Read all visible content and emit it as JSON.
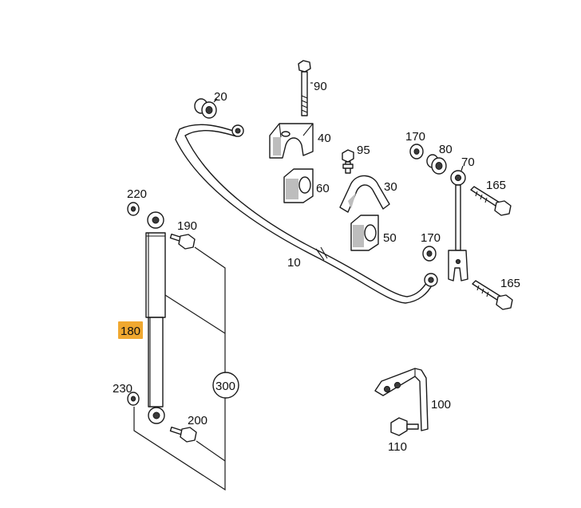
{
  "colors": {
    "highlight": "#f0a830",
    "line": "#1a1a1a",
    "background": "#ffffff"
  },
  "labels": {
    "p10": "10",
    "p20": "20",
    "p30": "30",
    "p40": "40",
    "p50": "50",
    "p60": "60",
    "p70": "70",
    "p80": "80",
    "p90": "90",
    "p95": "95",
    "p100": "100",
    "p110": "110",
    "p165a": "165",
    "p165b": "165",
    "p170a": "170",
    "p170b": "170",
    "p180": "180",
    "p190": "190",
    "p200": "200",
    "p220": "220",
    "p230": "230",
    "p300": "300"
  }
}
